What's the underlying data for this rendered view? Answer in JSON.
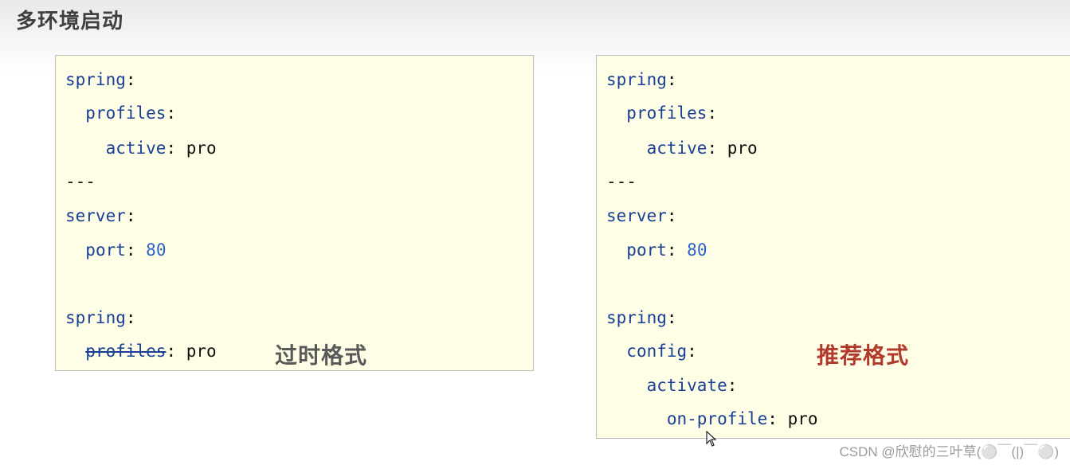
{
  "slide": {
    "title": "多环境启动"
  },
  "left_box": {
    "lines": [
      {
        "key": "spring",
        "sep": ":",
        "value": ""
      },
      {
        "key": "profiles",
        "sep": ":",
        "value": ""
      },
      {
        "key": "active",
        "sep": ":",
        "value": " pro"
      },
      {
        "text": "---"
      },
      {
        "key": "server",
        "sep": ":",
        "value": ""
      },
      {
        "key": "port",
        "sep": ":",
        "value": " 80"
      },
      {
        "key": "spring",
        "sep": ":",
        "value": ""
      },
      {
        "key": "profiles",
        "sep": ":",
        "value": " pro"
      }
    ],
    "label": "过时格式"
  },
  "right_box": {
    "lines": [
      {
        "key": "spring",
        "sep": ":",
        "value": ""
      },
      {
        "key": "profiles",
        "sep": ":",
        "value": ""
      },
      {
        "key": "active",
        "sep": ":",
        "value": " pro"
      },
      {
        "text": "---"
      },
      {
        "key": "server",
        "sep": ":",
        "value": ""
      },
      {
        "key": "port",
        "sep": ":",
        "value": " 80"
      },
      {
        "key": "spring",
        "sep": ":",
        "value": ""
      },
      {
        "key": "config",
        "sep": ":",
        "value": ""
      },
      {
        "key": "activate",
        "sep": ":",
        "value": ""
      },
      {
        "key": "on-profile",
        "sep": ":",
        "value": " pro"
      }
    ],
    "label": "推荐格式"
  },
  "watermark": "CSDN @欣慰的三叶草(⚪￣(|)￣⚪)",
  "colors": {
    "code_bg": "#fefee6",
    "key": "#1a3f96",
    "number": "#2b63c9",
    "label_old": "#595959",
    "label_new": "#b23a2c"
  }
}
